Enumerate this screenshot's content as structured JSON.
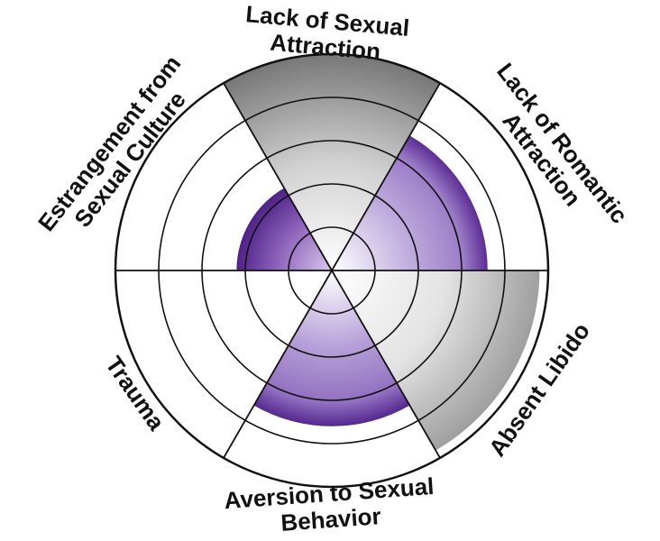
{
  "chart_data": {
    "type": "polar",
    "variant": "sector-fill-wheel",
    "title": "",
    "rings": 5,
    "max_value": 5,
    "grid": true,
    "legend": false,
    "background": "#ffffff",
    "grid_color": "#111111",
    "label_color": "#111111",
    "categories": [
      "Lack of Sexual Attraction",
      "Lack of Romantic Attraction",
      "Absent Libido",
      "Aversion to Sexual Behavior",
      "Trauma",
      "Estrangement from Sexual Culture"
    ],
    "values": [
      5,
      3.6,
      4.8,
      3.6,
      0,
      2.2
    ],
    "sectors": [
      {
        "label": "Lack of Sexual Attraction",
        "label_lines": [
          "Lack of Sexual",
          "Attraction"
        ],
        "value": 5,
        "fill": "gray",
        "gradient": [
          [
            0,
            "#ffffff"
          ],
          [
            0.5,
            "#d2d2d2"
          ],
          [
            1,
            "#777777"
          ]
        ]
      },
      {
        "label": "Lack of Romantic Attraction",
        "label_lines": [
          "Lack of Romantic",
          "Attraction"
        ],
        "value": 3.6,
        "fill": "purple",
        "gradient": [
          [
            0,
            "#ffffff"
          ],
          [
            0.5,
            "#c0aede"
          ],
          [
            0.85,
            "#9b7cc7"
          ],
          [
            1,
            "#5c2d94"
          ]
        ]
      },
      {
        "label": "Absent Libido",
        "label_lines": [
          "Absent Libido"
        ],
        "value": 4.8,
        "fill": "light-gray",
        "gradient": [
          [
            0,
            "#ffffff"
          ],
          [
            0.55,
            "#e3e3e3"
          ],
          [
            1,
            "#9f9f9f"
          ]
        ]
      },
      {
        "label": "Aversion to Sexual Behavior",
        "label_lines": [
          "Aversion to Sexual",
          "Behavior"
        ],
        "value": 3.6,
        "fill": "purple",
        "gradient": [
          [
            0,
            "#ffffff"
          ],
          [
            0.5,
            "#b6a0d8"
          ],
          [
            0.85,
            "#9170c0"
          ],
          [
            1,
            "#55278f"
          ]
        ]
      },
      {
        "label": "Trauma",
        "label_lines": [
          "Trauma"
        ],
        "value": 0,
        "fill": "none",
        "gradient": null
      },
      {
        "label": "Estrangement from Sexual Culture",
        "label_lines": [
          "Estrangement from",
          "Sexual Culture"
        ],
        "value": 2.2,
        "fill": "dark-purple",
        "gradient": [
          [
            0,
            "#d9c9ec"
          ],
          [
            0.6,
            "#8a5fb8"
          ],
          [
            1,
            "#4e2287"
          ]
        ]
      }
    ]
  }
}
